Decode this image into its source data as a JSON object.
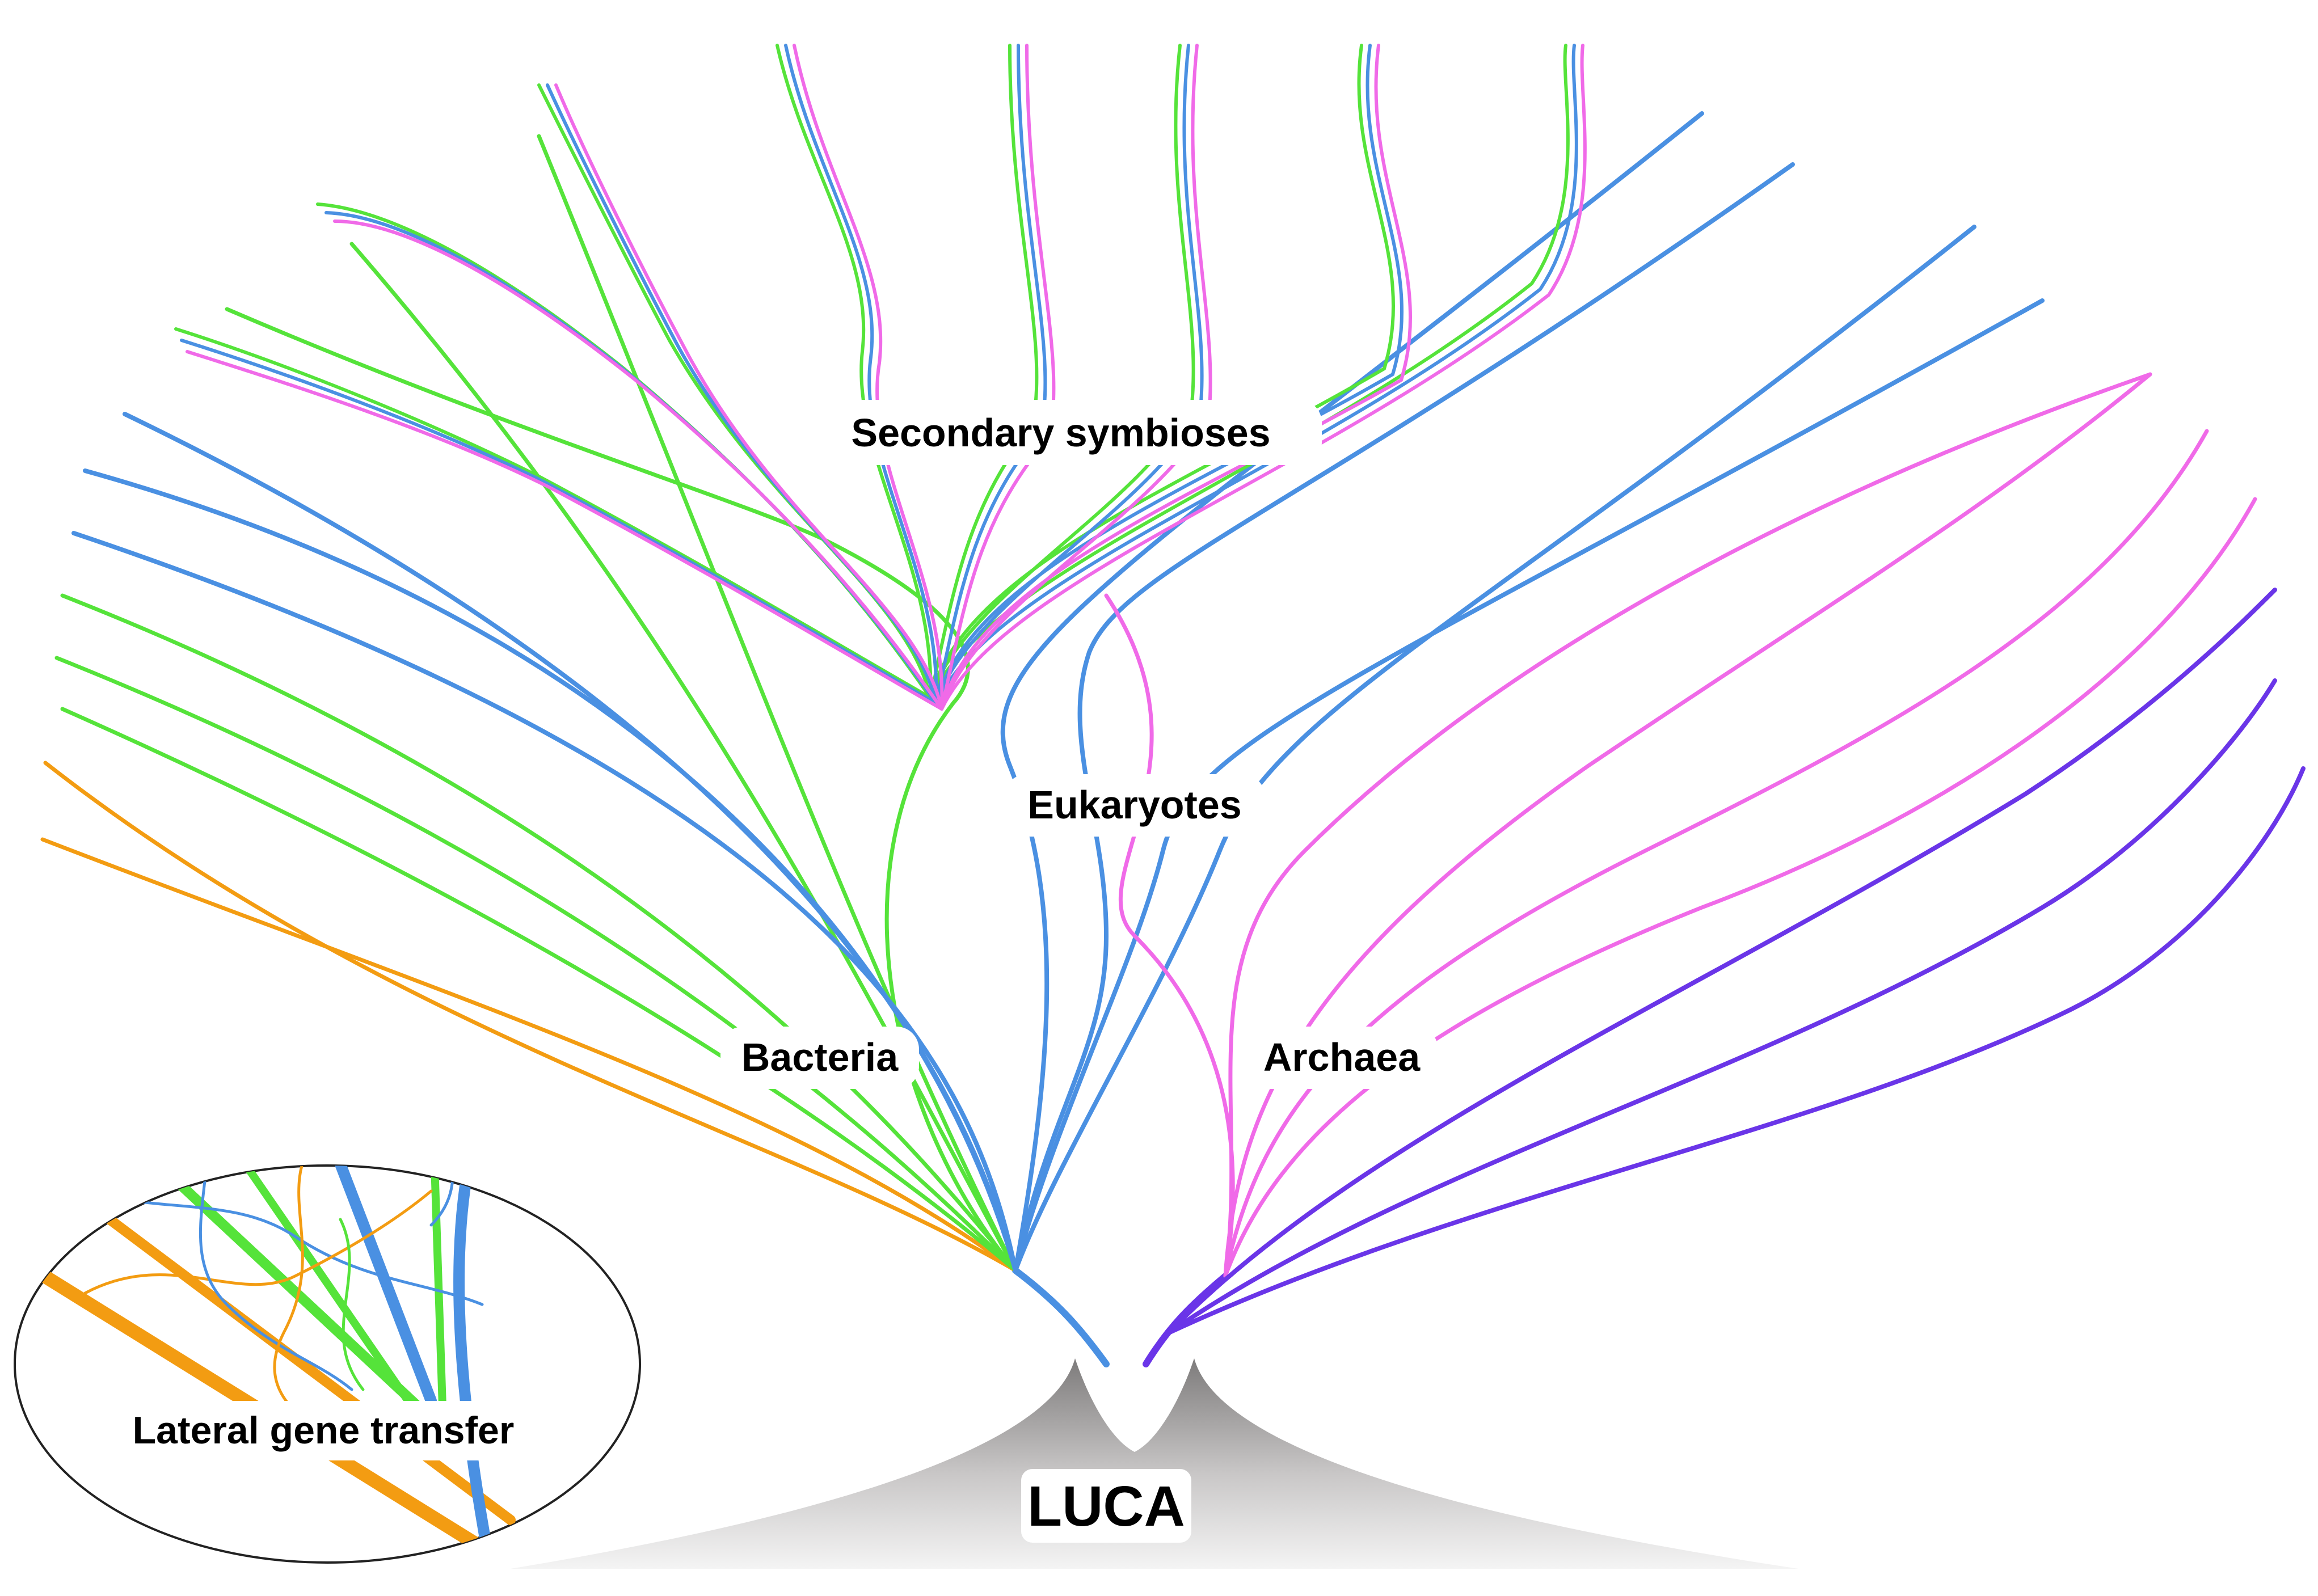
{
  "labels": {
    "secondary": "Secondary symbioses",
    "eukaryotes": "Eukaryotes",
    "bacteria": "Bacteria",
    "archaea": "Archaea",
    "lgt": "Lateral gene transfer",
    "luca": "LUCA"
  },
  "colors": {
    "bacteria_orange": "#f39c12",
    "bacteria_green": "#55e33a",
    "bacteria_blue": "#4a90e2",
    "archaea_pink": "#f06ae8",
    "archaea_purple": "#6a35e8",
    "root_gray": "#8a8888"
  }
}
